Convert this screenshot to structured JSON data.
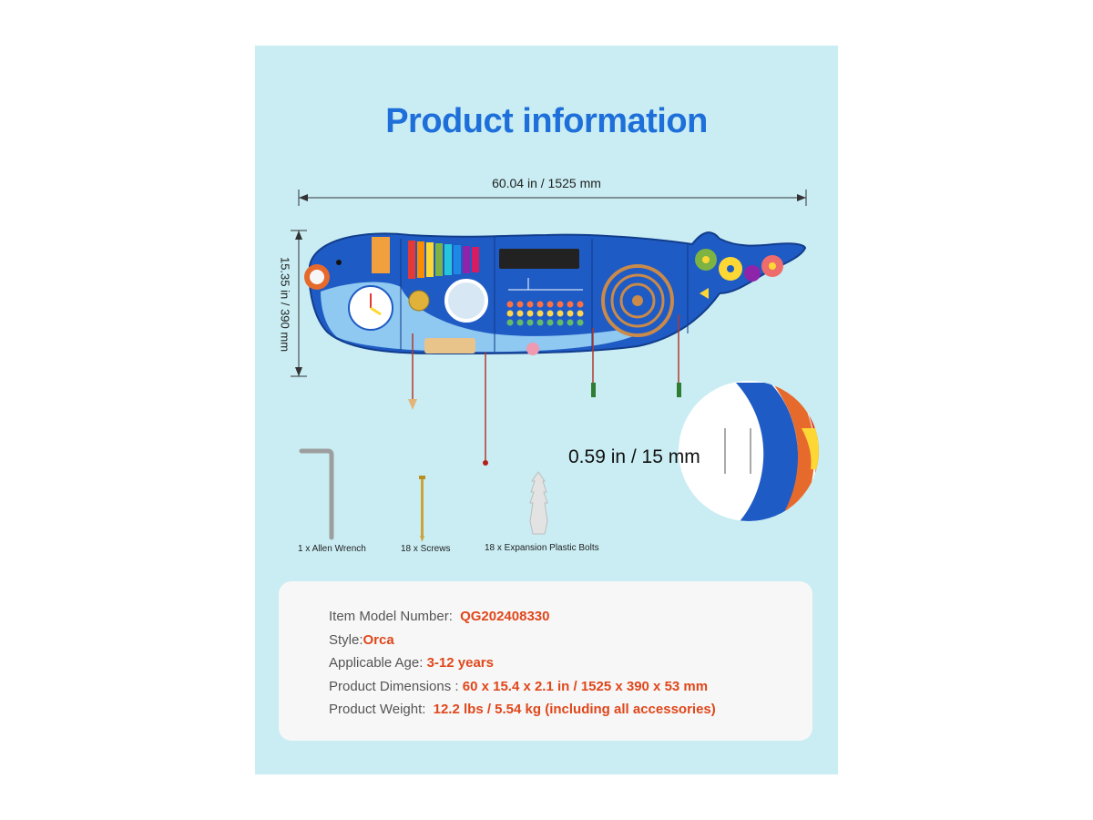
{
  "title": "Product information",
  "dimensions": {
    "width_label": "60.04 in / 1525 mm",
    "height_label": "15.35 in / 390 mm",
    "thickness_label": "0.59 in / 15 mm"
  },
  "accessories": [
    {
      "label": "1 x Allen Wrench",
      "icon": "allen-wrench-icon"
    },
    {
      "label": "18 x Screws",
      "icon": "screw-icon"
    },
    {
      "label": "18 x Expansion Plastic Bolts",
      "icon": "expansion-bolt-icon"
    }
  ],
  "info": {
    "model": {
      "label": "Item Model Number:",
      "value": "QG202408330"
    },
    "style": {
      "label": "Style:",
      "value": "Orca"
    },
    "age": {
      "label": "Applicable Age:",
      "value": "3-12 years"
    },
    "dimensions": {
      "label": "Product Dimensions :",
      "value": "60 x 15.4 x 2.1 in / 1525 x 390 x 53 mm"
    },
    "weight": {
      "label": "Product Weight:",
      "value": "12.2 lbs / 5.54 kg (including all accessories)"
    }
  },
  "colors": {
    "background": "#c9edf3",
    "title": "#1e6fd9",
    "accent": "#e0471b",
    "whale_blue": "#1f5bc4"
  }
}
